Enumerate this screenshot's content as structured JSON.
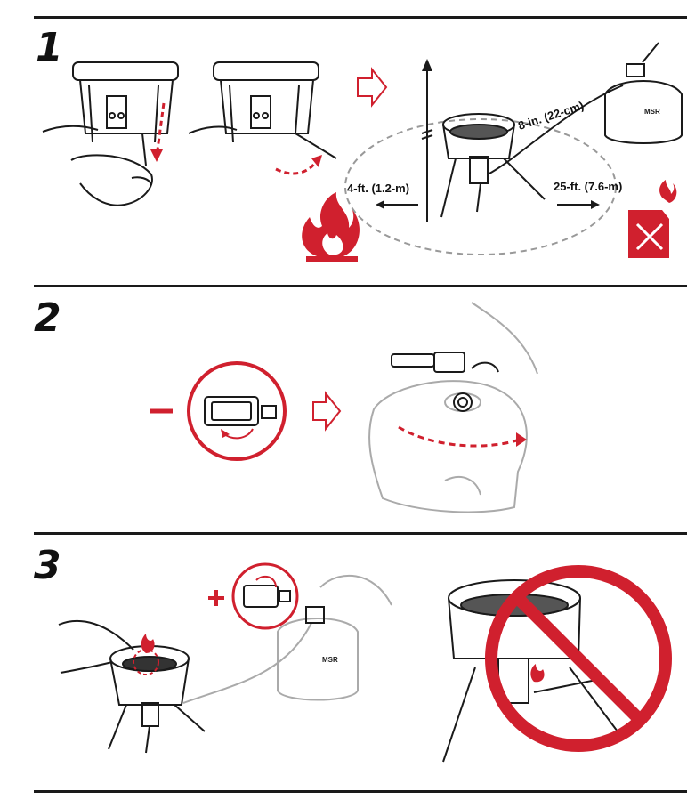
{
  "steps": [
    {
      "number": "1"
    },
    {
      "number": "2"
    },
    {
      "number": "3"
    }
  ],
  "distances": {
    "height_label": "8-in. (22-cm)",
    "fire_label": "4-ft. (1.2-m)",
    "fuel_can_label": "25-ft. (7.6-m)"
  },
  "brand": {
    "canister_logo": "MSR"
  },
  "colors": {
    "accent": "#d0202e",
    "line": "#1a1a1a",
    "dashed": "#999999"
  }
}
